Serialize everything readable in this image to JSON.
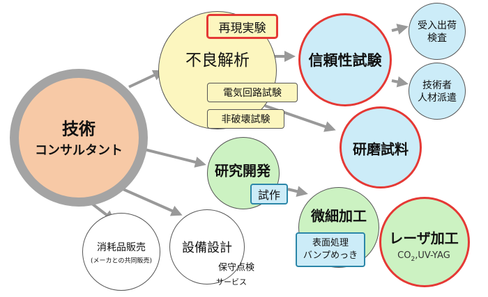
{
  "colors": {
    "consult_fill": "#f7c9a6",
    "consult_ring": "#a4a4a4",
    "defect_fill": "#fcf6bf",
    "research_fill": "#ccf2c2",
    "light_blue_fill": "#ccecf8",
    "red_border": "#e53935",
    "arrow_gray": "#999999",
    "tag_blue_border": "#2b86a8"
  },
  "nodes": {
    "consult_line1": "技術",
    "consult_line2": "コンサルタント",
    "defect_analysis": "不良解析",
    "repro_test": "再現実験",
    "circuit_test": "電気回路試験",
    "nondestructive_test": "非破壊試験",
    "reliability_test": "信頼性試験",
    "acceptance_line1": "受入出荷",
    "acceptance_line2": "検査",
    "dispatch_line1": "技術者",
    "dispatch_line2": "人材派遣",
    "polish_sample": "研磨試料",
    "rnd": "研究開発",
    "prototype": "試作",
    "microfab": "微細加工",
    "surface_line1": "表面処理",
    "surface_line2": "バンプめっき",
    "laser": "レーザ加工",
    "laser_sub_pre": "CO",
    "laser_sub_sub": "2",
    "laser_sub_post": ",UV-YAG",
    "consumables_line1": "消耗品販売",
    "consumables_line2": "(メーカとの共同販売)",
    "equipment_design": "設備設計",
    "maintenance_line1": "保守点検",
    "maintenance_line2": "サービス"
  }
}
